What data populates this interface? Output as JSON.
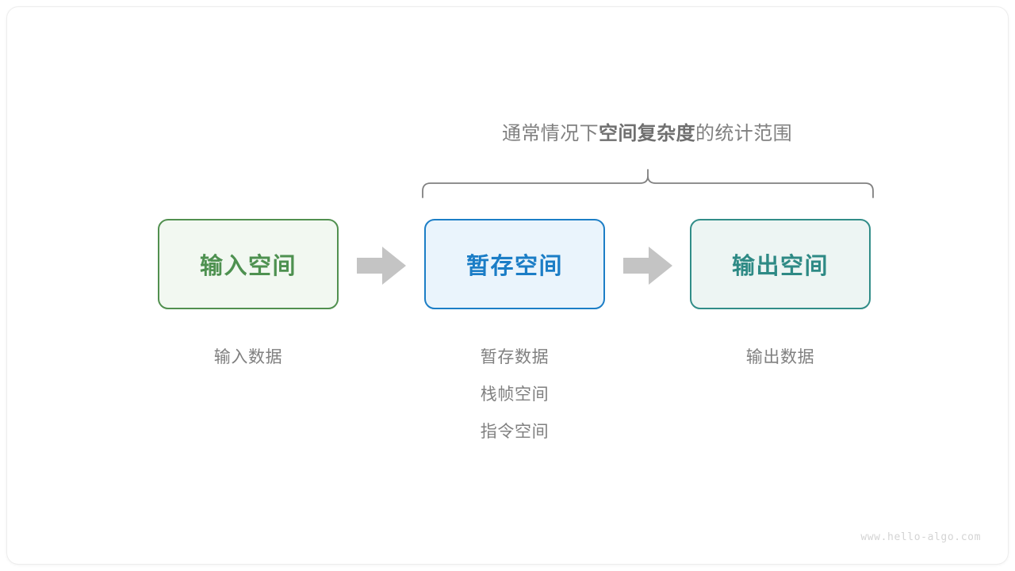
{
  "figure": {
    "watermark": "www.hello-algo.com",
    "brace_caption": {
      "prefix": "通常情况下",
      "emphasis": "空间复杂度",
      "suffix": "的统计范围"
    },
    "colors": {
      "input_border": "#51904f",
      "input_fill": "#f2f8f1",
      "input_text": "#4e9150",
      "temp_border": "#1c7ec6",
      "temp_fill": "#eaf4fc",
      "temp_text": "#1b7dc6",
      "output_border": "#318d88",
      "output_fill": "#edf5f3",
      "output_text": "#2e8a85",
      "arrow": "#c4c4c4",
      "brace": "#808080",
      "caption_text": "#808080",
      "watermark": "#d4d4d4"
    },
    "boxes": [
      {
        "id": "input",
        "label": "输入空间"
      },
      {
        "id": "temp",
        "label": "暂存空间"
      },
      {
        "id": "output",
        "label": "输出空间"
      }
    ],
    "arrows": [
      {
        "id": "arrow-input-to-temp",
        "direction": "right"
      },
      {
        "id": "arrow-temp-to-output",
        "direction": "right"
      }
    ],
    "captions": {
      "input": [
        "输入数据"
      ],
      "temp": [
        "暂存数据",
        "栈帧空间",
        "指令空间"
      ],
      "output": [
        "输出数据"
      ]
    }
  }
}
